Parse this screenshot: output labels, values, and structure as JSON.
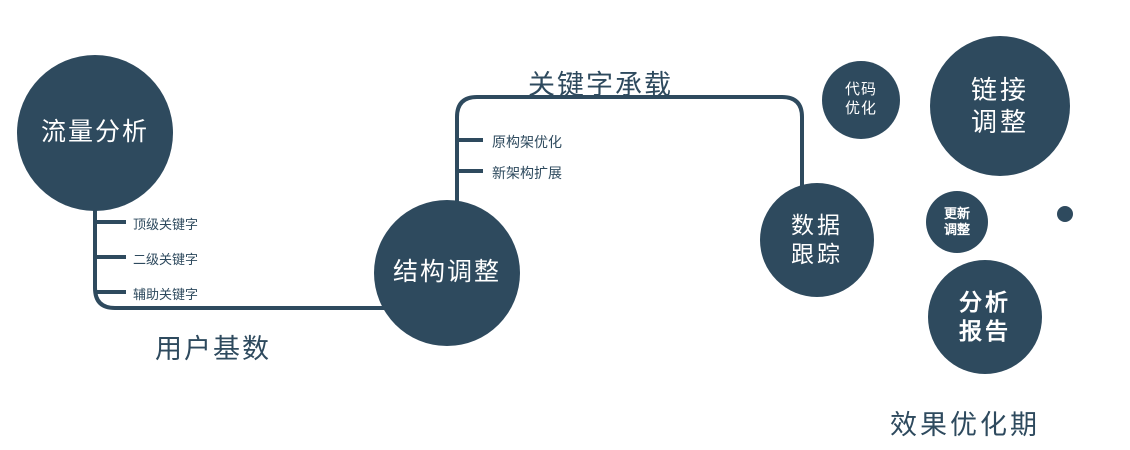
{
  "colors": {
    "primary": "#2e4a5e",
    "background": "#ffffff",
    "node_text": "#ffffff"
  },
  "nodes": {
    "traffic_analysis": {
      "label": "流量分析"
    },
    "structure_adjust": {
      "label": "结构调整"
    },
    "data_tracking": {
      "lines": [
        "数据",
        "跟踪"
      ]
    },
    "code_optimization": {
      "lines": [
        "代码",
        "优化"
      ]
    },
    "link_adjustment": {
      "lines": [
        "链接",
        "调整"
      ]
    },
    "update_adjustment": {
      "lines": [
        "更新",
        "调整"
      ]
    },
    "analysis_report": {
      "lines": [
        "分析",
        "报告"
      ]
    }
  },
  "edge_labels": {
    "user_base": "用户基数",
    "keyword_carry": "关键字承载"
  },
  "branch_labels": {
    "traffic": [
      "顶级关键字",
      "二级关键字",
      "辅助关键字"
    ],
    "structure": [
      "原构架优化",
      "新架构扩展"
    ]
  },
  "footer_label": "效果优化期"
}
